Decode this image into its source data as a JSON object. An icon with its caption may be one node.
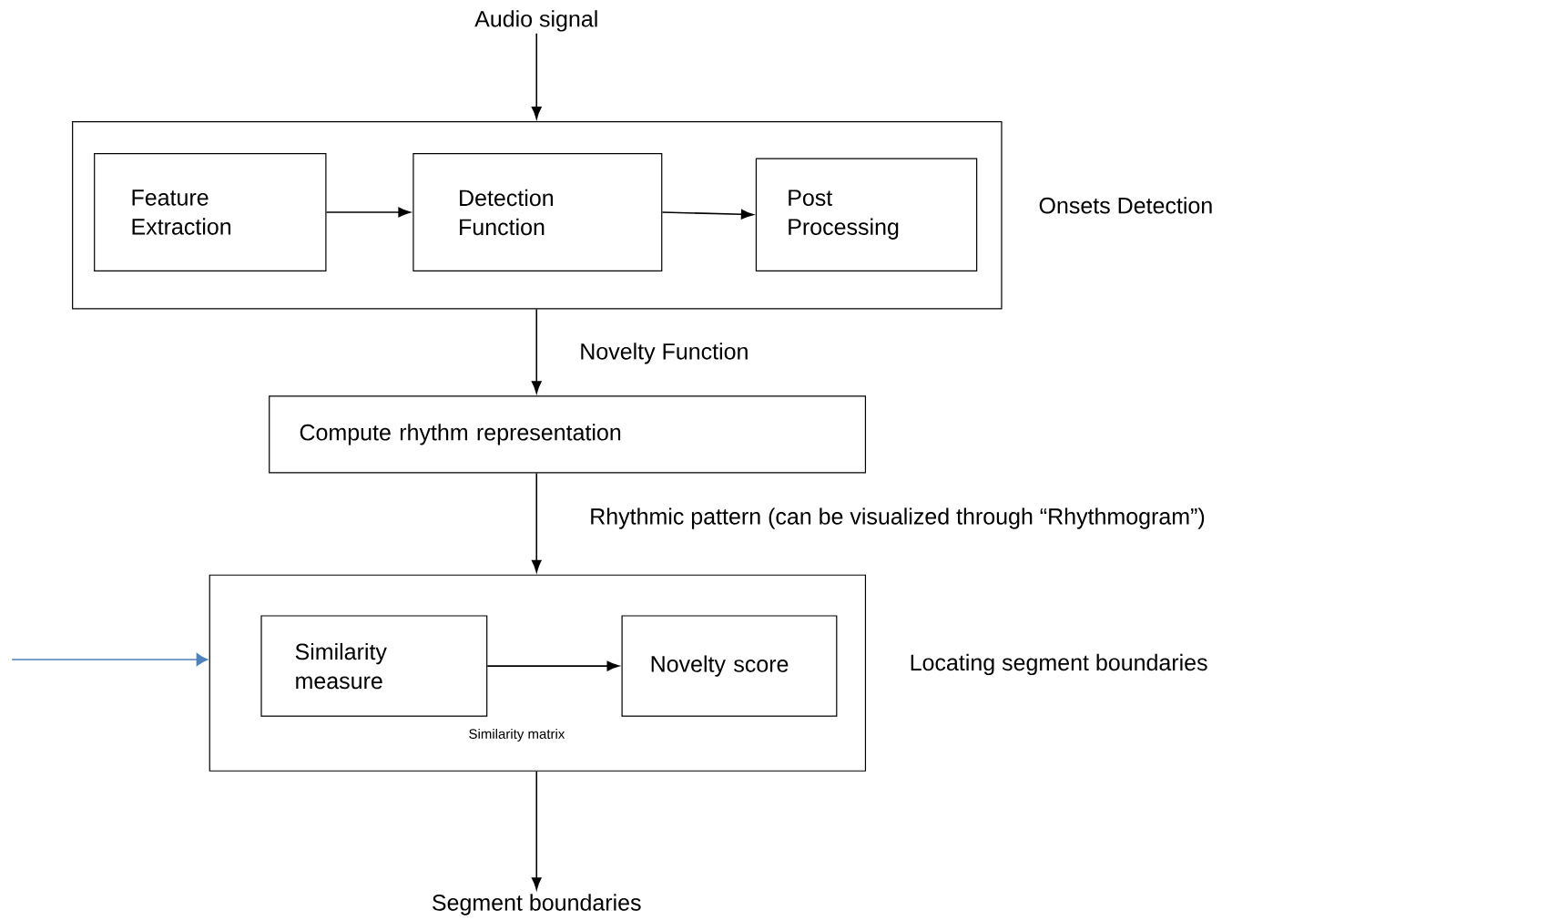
{
  "diagram": {
    "nodes": [
      {
        "text": [
          "Audio signal"
        ]
      },
      {
        "text": [],
        "shape": "box",
        "beside": [
          "Onsets Detection"
        ]
      },
      {
        "text": [
          "Feature Extraction"
        ],
        "in": 1
      },
      {
        "text": [
          "Detection Function"
        ],
        "in": 1
      },
      {
        "text": [
          "Post Processing"
        ],
        "in": 1
      },
      {
        "text": [
          "Compute rhythm representation"
        ]
      },
      {
        "text": [],
        "shape": "box",
        "beside": [
          "Locating segment boundaries"
        ]
      },
      {
        "text": [
          "Similarity measure"
        ],
        "in": 6
      },
      {
        "text": [
          "Novelty score"
        ],
        "in": 6
      },
      {
        "text": [
          "Segment boundaries"
        ]
      }
    ],
    "edges": [
      {
        "from": 0,
        "to": 1,
        "arrow": "to"
      },
      {
        "from": 2,
        "to": 3,
        "arrow": "to"
      },
      {
        "from": 3,
        "to": 4,
        "arrow": "to"
      },
      {
        "from": 1,
        "to": 5,
        "arrow": "to",
        "label": "Novelty Function"
      },
      {
        "from": 5,
        "to": 6,
        "arrow": "to",
        "label": "Rhythmic pattern (can be visualized through “Rhythmogram”)"
      },
      {
        "from": 7,
        "to": 8,
        "arrow": "to",
        "label": "Similarity matrix"
      },
      {
        "from": 6,
        "to": 9,
        "arrow": "to"
      },
      {
        "from": null,
        "to": 6,
        "arrow": "to",
        "color": "#4f81bd"
      }
    ]
  }
}
